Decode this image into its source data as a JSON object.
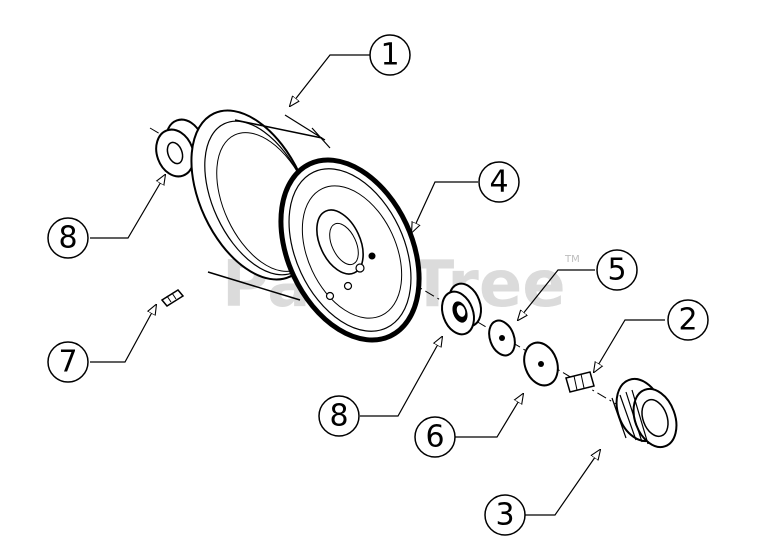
{
  "watermark": {
    "text": "PartsTree",
    "trademark": "TM"
  },
  "callouts": [
    {
      "id": "c1",
      "number": "1"
    },
    {
      "id": "c2",
      "number": "2"
    },
    {
      "id": "c3",
      "number": "3"
    },
    {
      "id": "c4",
      "number": "4"
    },
    {
      "id": "c5",
      "number": "5"
    },
    {
      "id": "c6",
      "number": "6"
    },
    {
      "id": "c7",
      "number": "7"
    },
    {
      "id": "c8a",
      "number": "8"
    },
    {
      "id": "c8b",
      "number": "8"
    }
  ]
}
